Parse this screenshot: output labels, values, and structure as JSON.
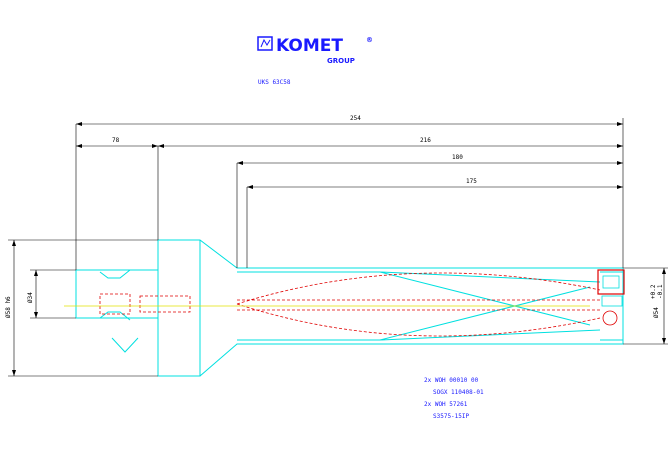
{
  "logo": {
    "brand": "KOMET",
    "registered": "®",
    "group": "GROUP"
  },
  "article_code": "UKS 63C58",
  "dimensions": {
    "total_length": "254",
    "shank_length": "78",
    "length_216": "216",
    "length_180": "180",
    "length_175": "175",
    "diameter_flange": "Ø58 h6",
    "diameter_shank": "Ø34",
    "diameter_cut": "Ø54",
    "diameter_tol_top": "+0.2",
    "diameter_tol_bottom": "-0.1"
  },
  "parts_list": [
    "2x WOH 00010 00",
    "SOGX 110408-01",
    "2x WOH 57261",
    "S3575-15IP"
  ],
  "colors": {
    "outline": "#00e0e0",
    "hidden": "#e00000",
    "dimension": "#000000",
    "text": "#1a1aff",
    "centerline": "#e0e000"
  }
}
